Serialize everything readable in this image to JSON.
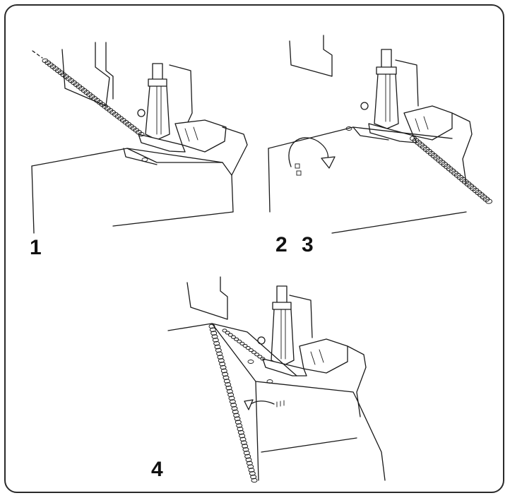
{
  "panels": [
    {
      "label": "1"
    },
    {
      "label": "2 3"
    },
    {
      "label": "4"
    }
  ]
}
